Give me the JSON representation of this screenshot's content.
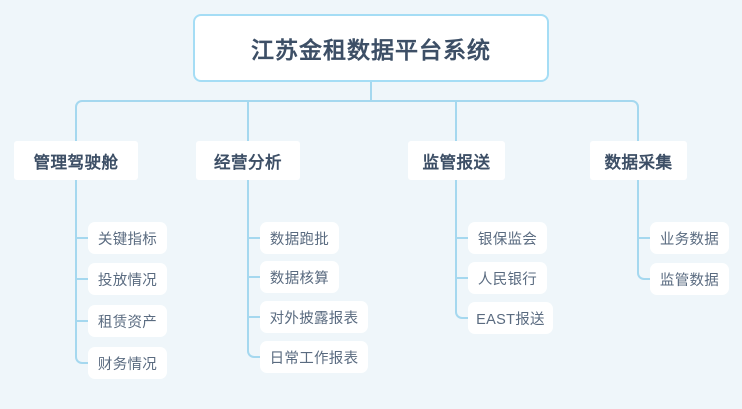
{
  "diagram": {
    "title": "江苏金租数据平台系统",
    "background_color": "#eff6fa",
    "connector_color": "#a5d8ef",
    "root_border_color": "#a5ddf5",
    "node_fill_color": "#ffffff",
    "root_text_color": "#3d4f66",
    "leaf_text_color": "#5a6b80"
  },
  "chart_data": {
    "type": "tree",
    "title": "江苏金租数据平台系统",
    "root": {
      "label": "江苏金租数据平台系统",
      "children": [
        {
          "label": "管理驾驶舱",
          "children": [
            {
              "label": "关键指标"
            },
            {
              "label": "投放情况"
            },
            {
              "label": "租赁资产"
            },
            {
              "label": "财务情况"
            }
          ]
        },
        {
          "label": "经营分析",
          "children": [
            {
              "label": "数据跑批"
            },
            {
              "label": "数据核算"
            },
            {
              "label": "对外披露报表"
            },
            {
              "label": "日常工作报表"
            }
          ]
        },
        {
          "label": "监管报送",
          "children": [
            {
              "label": "银保监会"
            },
            {
              "label": "人民银行"
            },
            {
              "label": "EAST报送"
            }
          ]
        },
        {
          "label": "数据采集",
          "children": [
            {
              "label": "业务数据"
            },
            {
              "label": "监管数据"
            }
          ]
        }
      ]
    }
  },
  "nodes": {
    "root": {
      "label": "江苏金租数据平台系统"
    },
    "branches": [
      {
        "label": "管理驾驶舱"
      },
      {
        "label": "经营分析"
      },
      {
        "label": "监管报送"
      },
      {
        "label": "数据采集"
      }
    ],
    "leaves": {
      "col1": [
        {
          "label": "关键指标"
        },
        {
          "label": "投放情况"
        },
        {
          "label": "租赁资产"
        },
        {
          "label": "财务情况"
        }
      ],
      "col2": [
        {
          "label": "数据跑批"
        },
        {
          "label": "数据核算"
        },
        {
          "label": "对外披露报表"
        },
        {
          "label": "日常工作报表"
        }
      ],
      "col3": [
        {
          "label": "银保监会"
        },
        {
          "label": "人民银行"
        },
        {
          "label": "EAST报送"
        }
      ],
      "col4": [
        {
          "label": "业务数据"
        },
        {
          "label": "监管数据"
        }
      ]
    }
  }
}
